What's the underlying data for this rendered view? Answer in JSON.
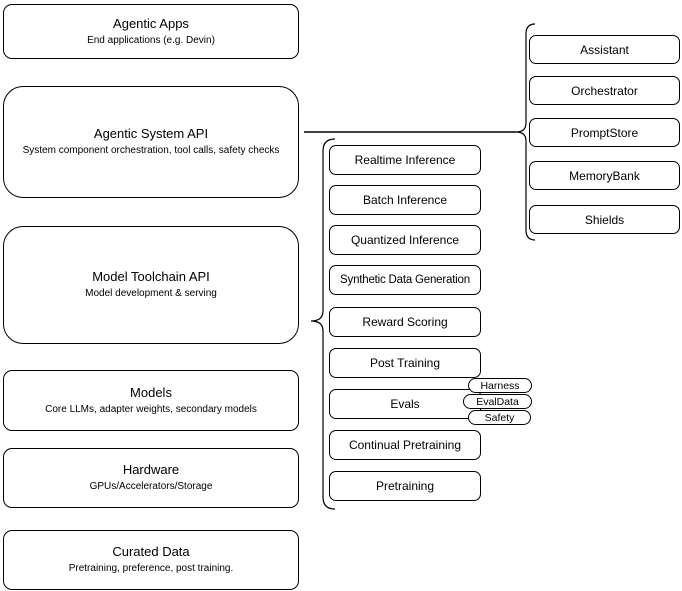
{
  "stack": {
    "layers": [
      {
        "title": "Agentic Apps",
        "subtitle": "End applications (e.g. Devin)"
      },
      {
        "title": "Agentic System API",
        "subtitle": "System component orchestration, tool calls, safety checks"
      },
      {
        "title": "Model Toolchain API",
        "subtitle": "Model development & serving"
      },
      {
        "title": "Models",
        "subtitle": "Core LLMs, adapter weights, secondary models"
      },
      {
        "title": "Hardware",
        "subtitle": "GPUs/Accelerators/Storage"
      },
      {
        "title": "Curated Data",
        "subtitle": "Pretraining, preference, post training."
      }
    ]
  },
  "toolchain": {
    "items": [
      "Realtime Inference",
      "Batch Inference",
      "Quantized Inference",
      "Synthetic Data Generation",
      "Reward Scoring",
      "Post Training",
      "Evals",
      "Continual Pretraining",
      "Pretraining"
    ]
  },
  "evals_tags": {
    "items": [
      "Harness",
      "EvalData",
      "Safety"
    ]
  },
  "system_components": {
    "items": [
      "Assistant",
      "Orchestrator",
      "PromptStore",
      "MemoryBank",
      "Shields"
    ]
  },
  "colors": {
    "stroke": "#000000",
    "fill": "#ffffff",
    "background": "#ffffff"
  }
}
